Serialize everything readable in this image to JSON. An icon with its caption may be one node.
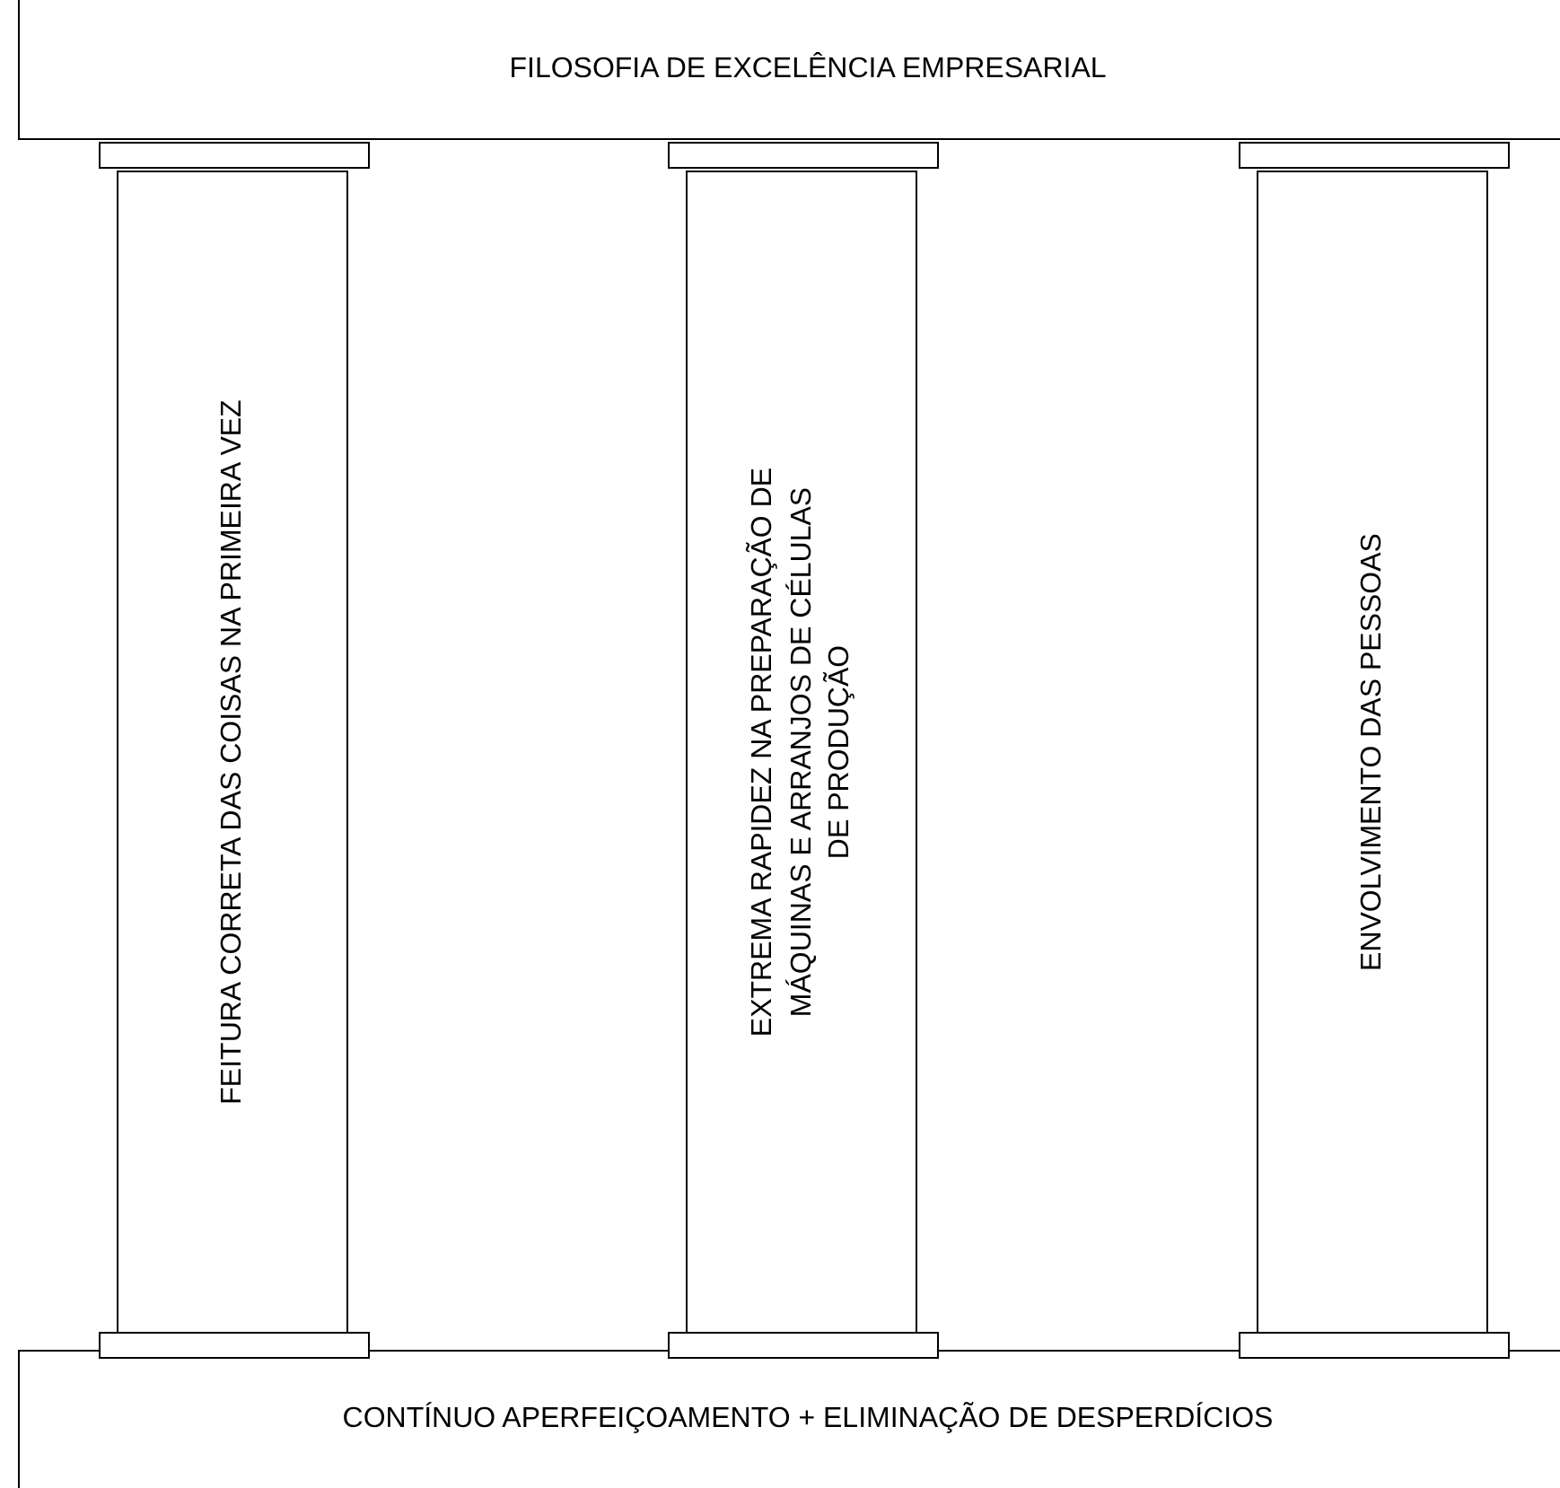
{
  "diagram": {
    "nodes": [
      {
        "text": [
          "FILOSOFIA DE EXCELÊNCIA EMPRESARIAL"
        ]
      },
      {
        "text": [
          "FEITURA CORRETA DAS COISAS NA PRIMEIRA VEZ"
        ]
      },
      {
        "text": [
          "EXTREMA RAPIDEZ NA PREPARAÇÃO DE MÁQUINAS E ARRANJOS DE CÉLULAS DE PRODUÇÃO"
        ]
      },
      {
        "text": [
          "ENVOLVIMENTO DAS PESSOAS"
        ]
      },
      {
        "text": [
          "CONTÍNUO APERFEIÇOAMENTO + ELIMINAÇÃO DE DESPERDÍCIOS"
        ]
      },
      {
        "text": [],
        "shape": "bar"
      },
      {
        "text": [],
        "shape": "bar"
      },
      {
        "text": [],
        "shape": "bar"
      },
      {
        "text": [],
        "shape": "bar"
      },
      {
        "text": [],
        "shape": "bar"
      },
      {
        "text": [],
        "shape": "bar"
      }
    ]
  }
}
